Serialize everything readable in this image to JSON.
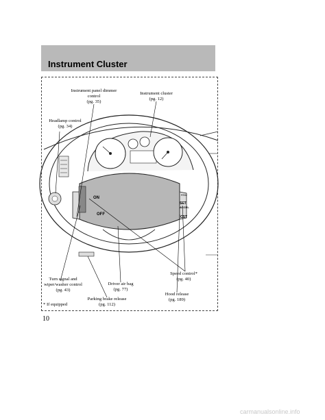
{
  "section": {
    "title": "Instrument Cluster"
  },
  "callouts": {
    "dimmer": {
      "line1": "Instrument panel dimmer",
      "line2": "control",
      "line3": "(pg. 35)"
    },
    "cluster": {
      "line1": "Instrument cluster",
      "line2": "(pg. 12)"
    },
    "headlamp": {
      "line1": "Headlamp control",
      "line2": "(pg. 34)"
    },
    "turn_signal": {
      "line1": "Turn signal and",
      "line2": "wiper/washer control",
      "line3": "(pg. 43)"
    },
    "parking_brake": {
      "line1": "Parking brake release",
      "line2": "(pg. 112)"
    },
    "air_bag": {
      "line1": "Driver air bag",
      "line2": "(pg. 77)"
    },
    "hood": {
      "line1": "Hood release",
      "line2": "(pg. 189)"
    },
    "speed": {
      "line1": "Speed control*",
      "line2": "(pg. 40)"
    },
    "footnote": "* If equipped"
  },
  "wheel_text": {
    "on": "ON",
    "off": "OFF",
    "set": "SET",
    "accel": "ACCEL",
    "rsm": "RSM",
    "cst": "CST"
  },
  "page_number": "10",
  "watermark": "carmanualsonline.info"
}
